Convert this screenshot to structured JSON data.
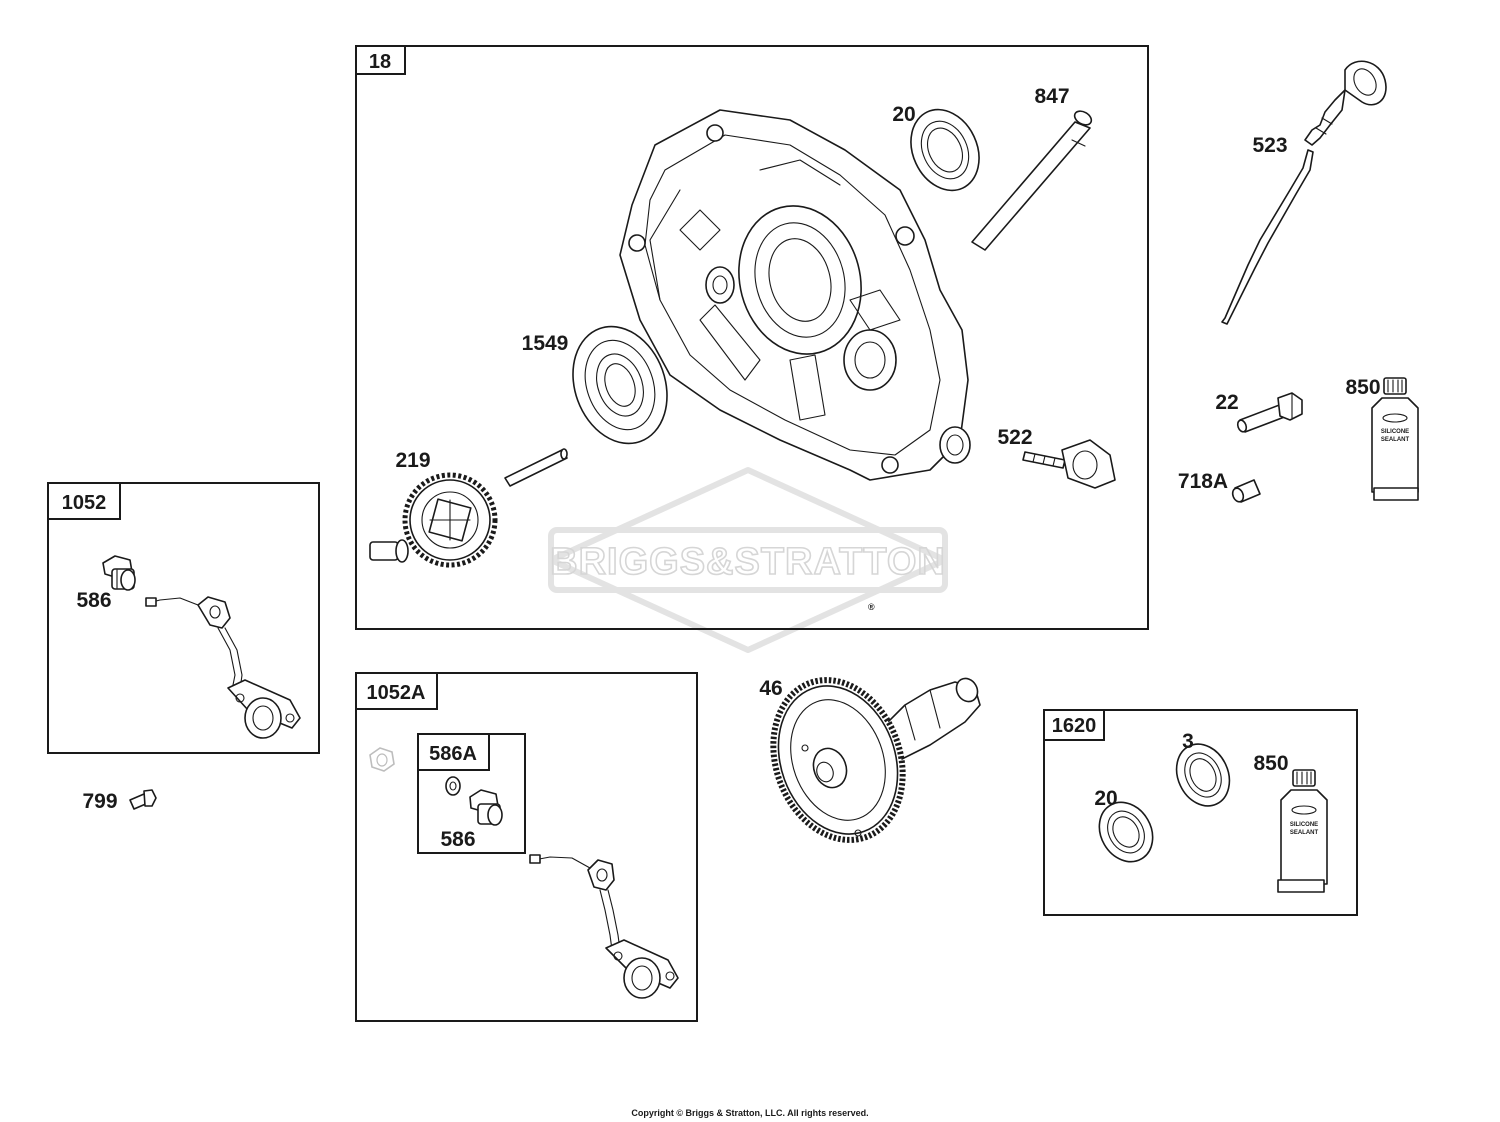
{
  "watermark": {
    "text": "BRIGGS&STRATTON",
    "mark": "®"
  },
  "copyright": "Copyright © Briggs & Stratton, LLC. All rights reserved.",
  "boxes": {
    "b18": "18",
    "b1052": "1052",
    "b1052a": "1052A",
    "b586a": "586A",
    "b1620": "1620"
  },
  "labels": {
    "p847": "847",
    "p20_top": "20",
    "p523": "523",
    "p1549": "1549",
    "p219": "219",
    "p522": "522",
    "p22": "22",
    "p850_top": "850",
    "p718a": "718A",
    "p586_left": "586",
    "p799": "799",
    "p46": "46",
    "p3": "3",
    "p20_kit": "20",
    "p850_kit": "850",
    "p586_kit": "586"
  },
  "sealant": {
    "line1": "SILICONE",
    "line2": "SEALANT"
  },
  "colors": {
    "ink": "#1a1a1a",
    "watermark": "#e3e3e3"
  }
}
